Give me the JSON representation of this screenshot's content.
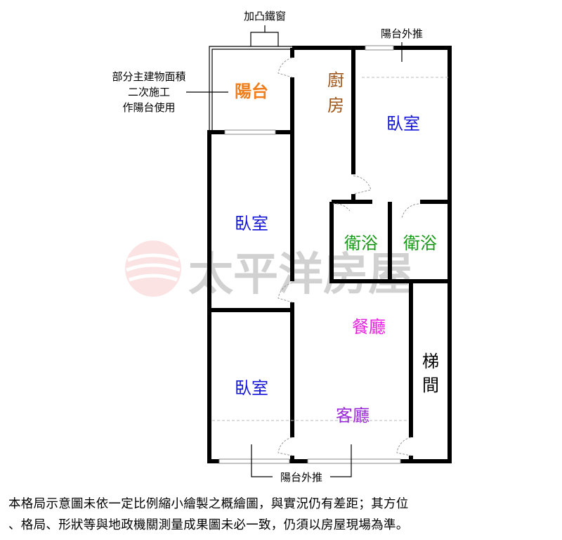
{
  "watermark": "太平洋房屋",
  "annotations": {
    "iron_window": "加凸鐵窗",
    "balcony_push_top": "陽台外推",
    "balcony_push_bottom": "陽台外推",
    "note_line1": "部分主建物面積",
    "note_line2": "二次施工",
    "note_line3": "作陽台使用"
  },
  "rooms": {
    "balcony": "陽台",
    "kitchen_1": "廚",
    "kitchen_2": "房",
    "bedroom_tr": "臥室",
    "bedroom_l1": "臥室",
    "bedroom_l2": "臥室",
    "bath_1": "衛浴",
    "bath_2": "衛浴",
    "dining": "餐廳",
    "living": "客廳",
    "stair_1": "梯",
    "stair_2": "間"
  },
  "colors": {
    "balcony": "#f07d1a",
    "kitchen": "#a0561a",
    "bedroom": "#1414d8",
    "bath": "#189a18",
    "dining": "#e81ee0",
    "living": "#9a28d8"
  },
  "disclaimer": {
    "line1": "本格局示意圖未依一定比例縮小繪製之概繪圖，與實況仍有差距；其方位",
    "line2": "、格局、形狀等與地政機關測量成果圖未必一致，仍須以房屋現場為準。"
  }
}
